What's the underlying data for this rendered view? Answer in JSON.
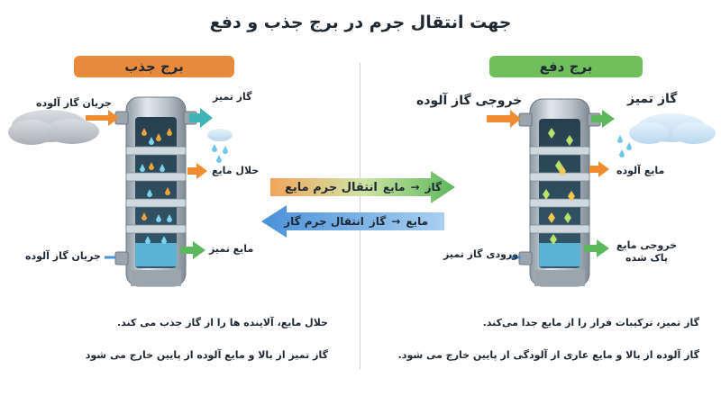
{
  "title": "جهت انتقال جرم در برج جذب و دفع",
  "absorption": {
    "header": "برج جذب",
    "in_gas": "جریان گاز آلوده",
    "clean_gas": "گاز تمیز",
    "solvent": "حلال مایع",
    "bottom_gas": "جریان گاز آلوده",
    "clean_liquid": "مایع تمیز",
    "desc1": "حلال مایع، آلاینده ها را از گاز جذب می کند.",
    "desc2": "گاز تمیز از بالا و مایع آلوده از پایین خارج می شود"
  },
  "stripping": {
    "header": "برج دفع",
    "out_gas": "خروجی گاز آلوده",
    "clean_gas": "گاز تمیز",
    "dirty_liquid": "مایع آلوده",
    "in_gas": "ورودی گاز تمیز",
    "out_liquid_1": "خروجی مایع",
    "out_liquid_2": "پاک شده",
    "desc1": "گاز تمیز، ترکیبات فرار را از مایع جدا می‌کند.",
    "desc2": "گاز آلوده از بالا و مایع عاری از آلودگی از پایین خارج می شود."
  },
  "center": {
    "arrow1_label": "انتقال جرم مایع",
    "arrow1_from": "مایع",
    "arrow1_to": "گاز",
    "arrow2_label": "انتقال جرم گاز",
    "arrow2_from": "گاز",
    "arrow2_to": "مایع"
  },
  "colors": {
    "absorption_header": "#e88a3c",
    "stripping_header": "#6fbf5a",
    "orange_arrow": "#ef8c2f",
    "green_arrow": "#5cb85c",
    "teal_arrow": "#3fb4b6",
    "blue_arrow": "#4a90d9",
    "tower_body": "#b7c0c8",
    "tower_inside": "#2d4b5e"
  }
}
